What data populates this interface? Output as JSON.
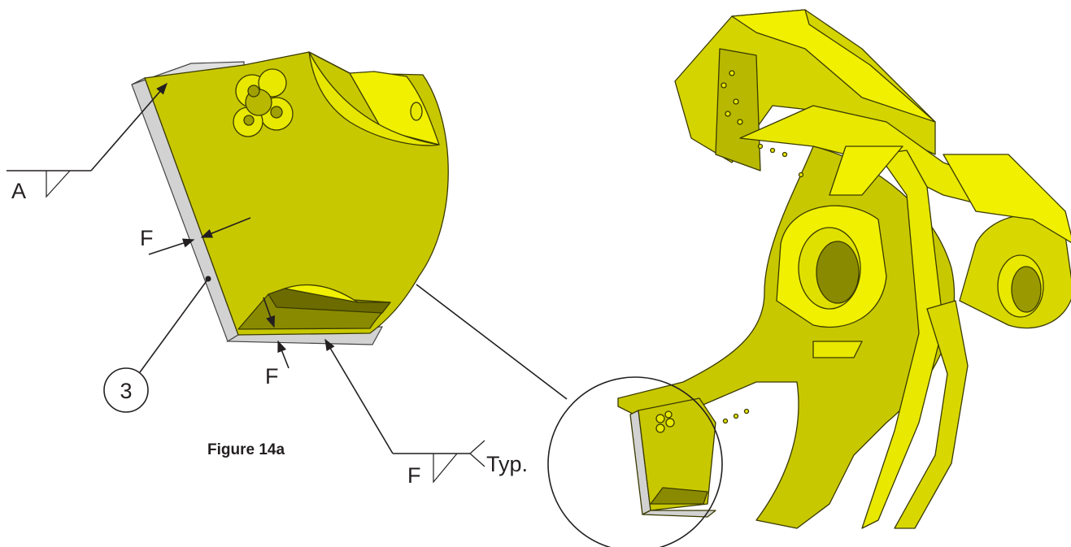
{
  "figure": {
    "caption": "Figure 14a",
    "balloon": "3",
    "weld_symbols": {
      "top": {
        "size": "A"
      },
      "bottom": {
        "size": "F",
        "tail_note": "Typ."
      }
    },
    "dimension_labels": {
      "side": "F",
      "bottom": "F"
    }
  },
  "colors": {
    "part_face": "#c8c800",
    "part_top": "#f0f000",
    "part_shadow": "#8a8a00",
    "part_dark": "#6b6b00",
    "plate": "#d2d2d2",
    "ink": "#231f20"
  },
  "icons": [
    "arrowhead-icon",
    "fillet-weld-icon",
    "weld-all-around-dot-icon"
  ]
}
